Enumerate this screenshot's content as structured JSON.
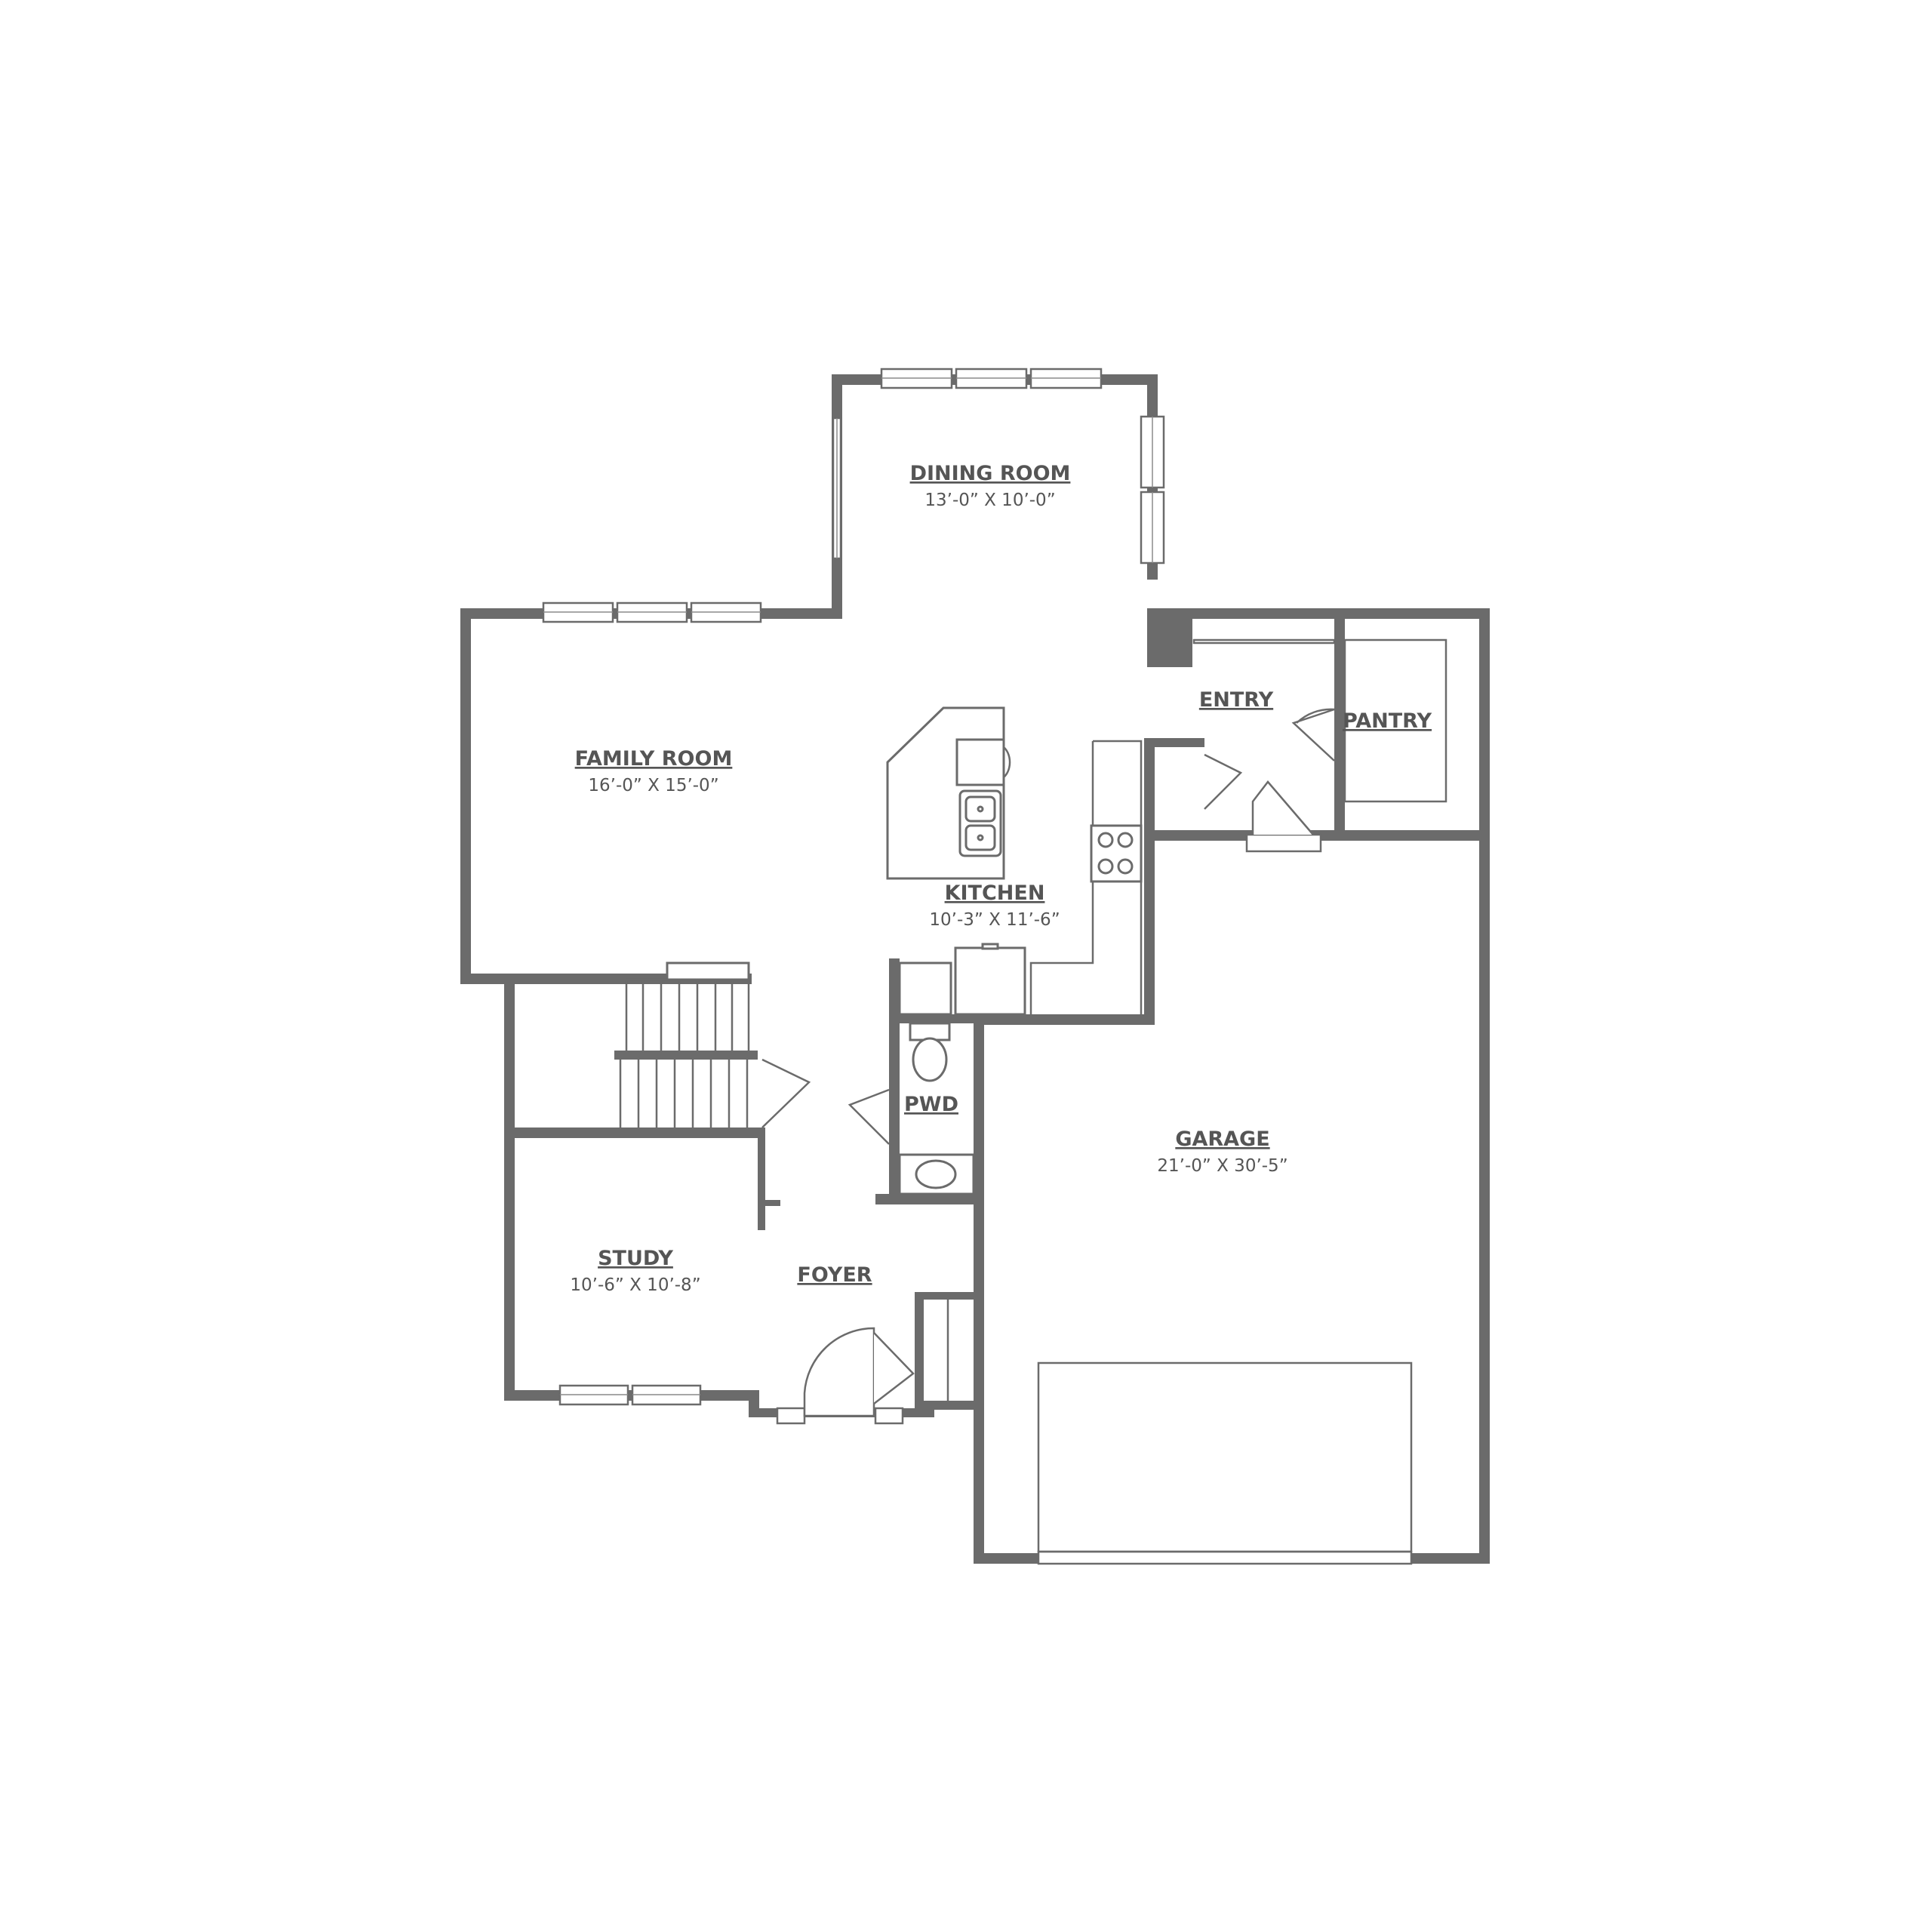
{
  "rooms": {
    "dining": {
      "name": "DINING ROOM",
      "dims": "13’-0” X 10’-0”"
    },
    "family": {
      "name": "FAMILY ROOM",
      "dims": "16’-0” X 15’-0”"
    },
    "entry": {
      "name": "ENTRY"
    },
    "pantry": {
      "name": "PANTRY"
    },
    "kitchen": {
      "name": "KITCHEN",
      "dims": "10’-3” X 11’-6”"
    },
    "pwd": {
      "name": "PWD"
    },
    "garage": {
      "name": "GARAGE",
      "dims": "21’-0” X 30’-5”"
    },
    "study": {
      "name": "STUDY",
      "dims": "10’-6” X 10’-8”"
    },
    "foyer": {
      "name": "FOYER"
    }
  },
  "colors": {
    "wall": "#6b6b6b",
    "text": "#555555",
    "background": "#ffffff"
  }
}
